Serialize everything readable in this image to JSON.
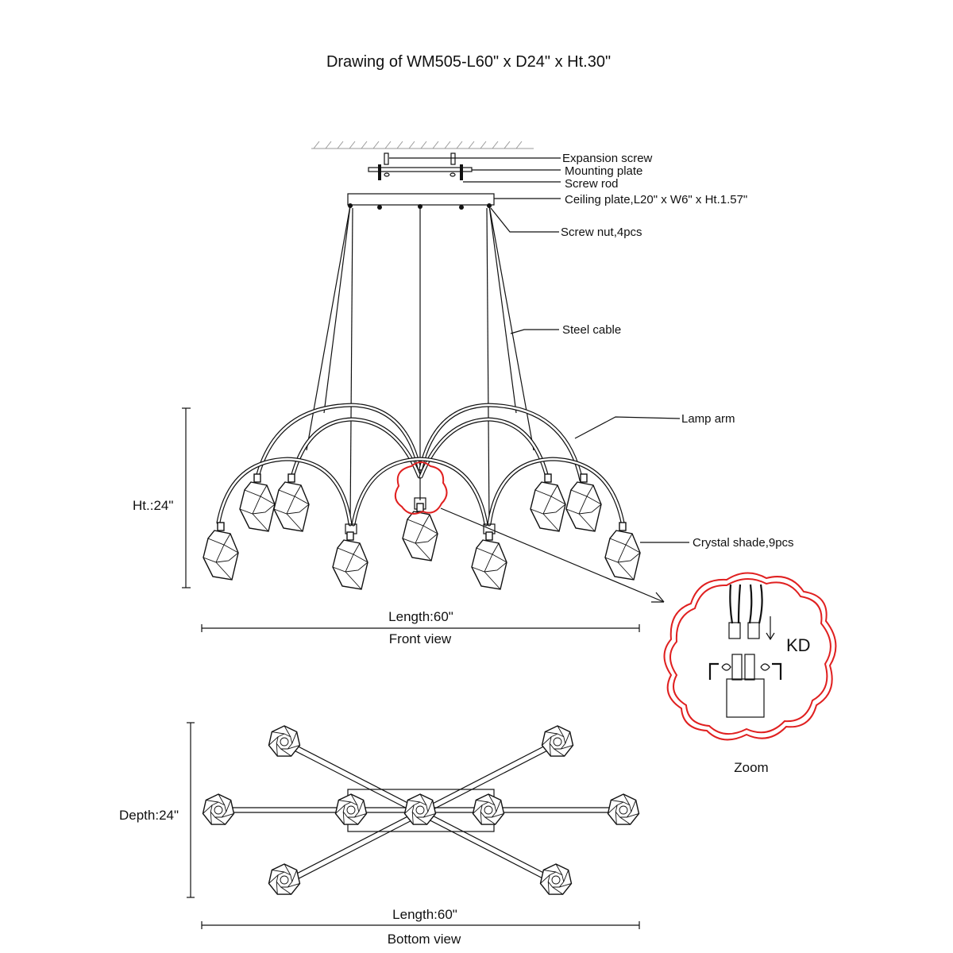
{
  "title": "Drawing of WM505-L60\" x D24\" x Ht.30\"",
  "callouts": {
    "expansion_screw": "Expansion screw",
    "mounting_plate": "Mounting plate",
    "screw_rod": "Screw rod",
    "ceiling_plate": "Ceiling plate,L20\" x W6\" x Ht.1.57\"",
    "screw_nut": "Screw nut,4pcs",
    "steel_cable": "Steel cable",
    "lamp_arm": "Lamp arm",
    "crystal_shade": "Crystal shade,9pcs"
  },
  "dimensions": {
    "front_height": "Ht.:24\"",
    "front_length": "Length:60\"",
    "bottom_depth": "Depth:24\"",
    "bottom_length": "Length:60\""
  },
  "views": {
    "front": "Front view",
    "bottom": "Bottom view",
    "zoom": "Zoom",
    "kd": "KD"
  },
  "colors": {
    "line": "#111111",
    "zoom_outline": "#e02020",
    "background": "#ffffff"
  }
}
